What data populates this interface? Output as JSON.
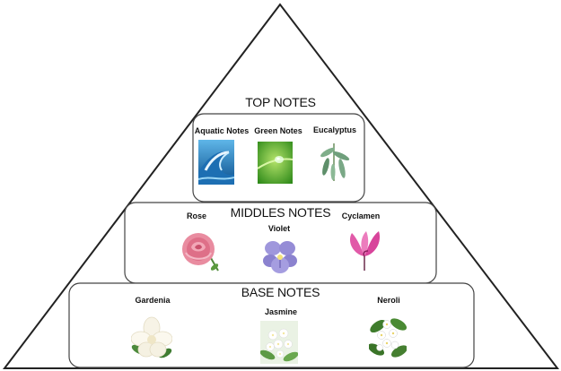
{
  "tiers": [
    {
      "title": "TOP NOTES",
      "notes": [
        {
          "label": "Aquatic Notes",
          "icon": "wave-icon"
        },
        {
          "label": "Green Notes",
          "icon": "water-drop-leaf-icon"
        },
        {
          "label": "Eucalyptus",
          "icon": "eucalyptus-sprig-icon"
        }
      ]
    },
    {
      "title": "MIDDLES NOTES",
      "notes": [
        {
          "label": "Rose",
          "icon": "rose-icon"
        },
        {
          "label": "Violet",
          "icon": "violet-icon"
        },
        {
          "label": "Cyclamen",
          "icon": "cyclamen-icon"
        }
      ]
    },
    {
      "title": "BASE NOTES",
      "notes": [
        {
          "label": "Gardenia",
          "icon": "gardenia-icon"
        },
        {
          "label": "Jasmine",
          "icon": "jasmine-icon"
        },
        {
          "label": "Neroli",
          "icon": "neroli-icon"
        }
      ]
    }
  ],
  "colors": {
    "outline": "#222222",
    "box_border": "#444444",
    "wave": "#2a7bbf",
    "green": "#4caf2e",
    "rose": "#e0607a",
    "violet": "#8a7fd0",
    "cyclamen": "#d9409a"
  }
}
